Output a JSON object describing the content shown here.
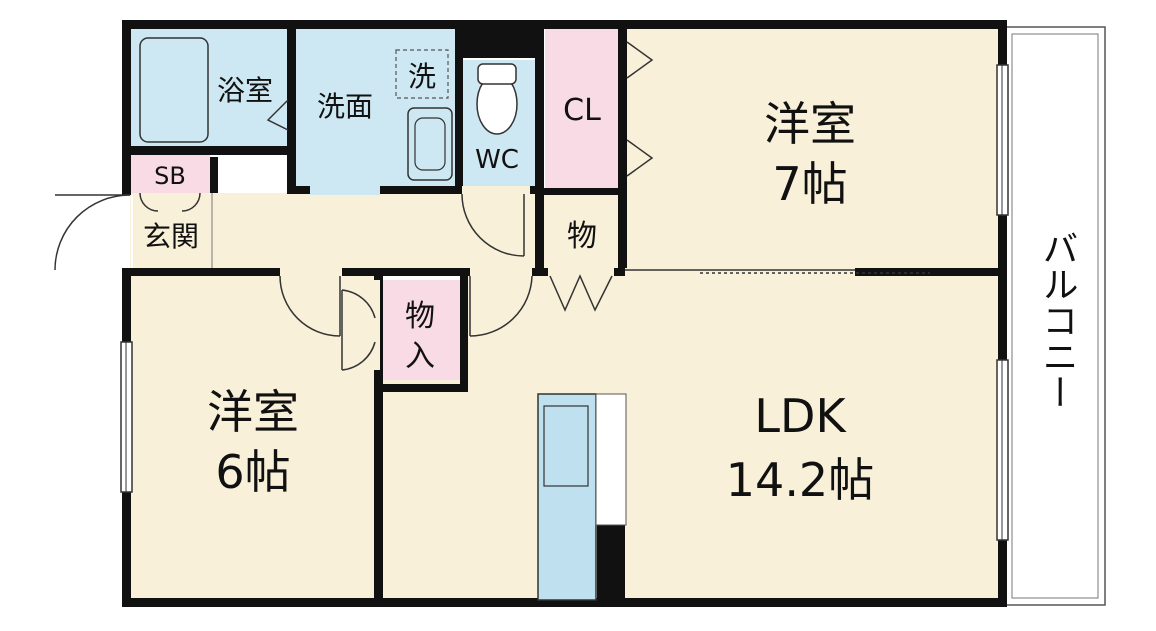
{
  "colors": {
    "room_beige": "#f8f0d8",
    "wet_blue": "#cde8f2",
    "storage_pink": "#f8dbe4",
    "wall": "#111111",
    "fixture_blue": "#bfe0ee"
  },
  "rooms": {
    "bath": "浴室",
    "washroom": "洗面",
    "washer": "洗",
    "wc": "WC",
    "closet": "CL",
    "shoebox": "SB",
    "entrance": "玄関",
    "storage_small": "物",
    "storage_in_1": "物",
    "storage_in_2": "入",
    "western7_name": "洋室",
    "western7_size": "7帖",
    "western6_name": "洋室",
    "western6_size": "6帖",
    "ldk_name": "LDK",
    "ldk_size": "14.2帖",
    "balcony": "バルコニー"
  }
}
